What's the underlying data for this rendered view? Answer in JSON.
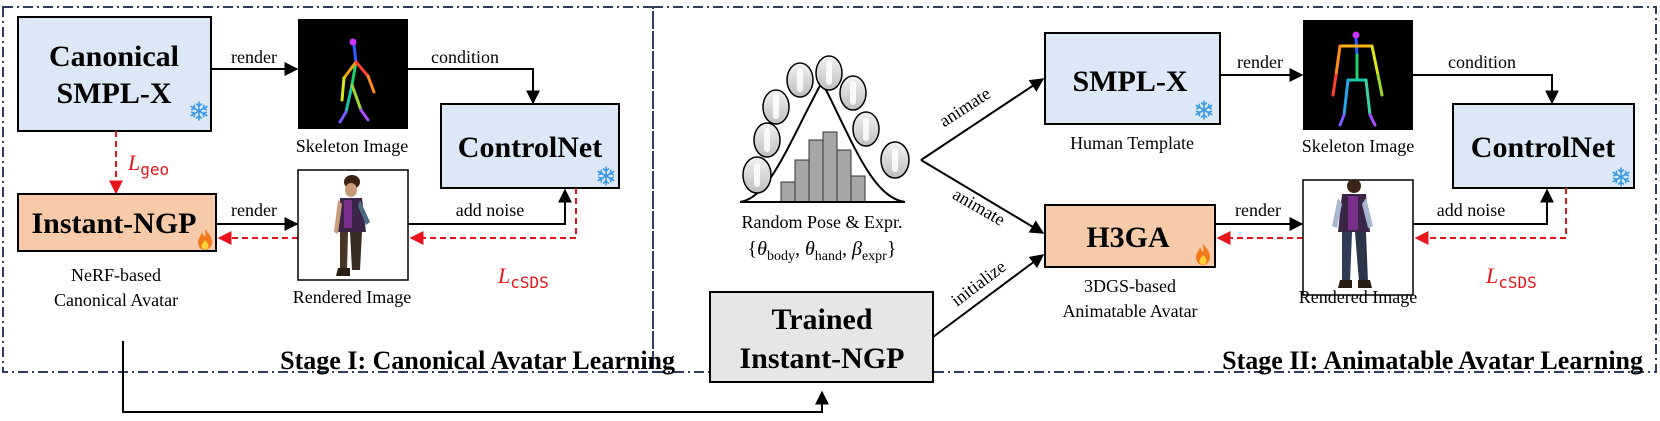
{
  "stage1": {
    "title": "Stage I: Canonical Avatar Learning",
    "canonical_smplx_line1": "Canonical",
    "canonical_smplx_line2": "SMPL-X",
    "instant_ngp": "Instant-NGP",
    "nerf_caption_line1": "NeRF-based",
    "nerf_caption_line2": "Canonical Avatar",
    "skeleton_caption": "Skeleton Image",
    "controlnet": "ControlNet",
    "rendered_caption": "Rendered Image",
    "edge_render_top": "render",
    "edge_condition": "condition",
    "edge_render_bottom": "render",
    "edge_add_noise": "add noise",
    "loss_geo_symbol": "L",
    "loss_geo_sub": "geo",
    "loss_csds_symbol": "L",
    "loss_csds_sub": "cSDS"
  },
  "middle": {
    "random_pose_caption": "Random Pose & Expr.",
    "theta_body": "θ",
    "sub_body": "body",
    "theta_hand": "θ",
    "sub_hand": "hand",
    "beta_expr": "β",
    "sub_expr": "expr",
    "brace_open": "{",
    "brace_close": "}",
    "comma": ", ",
    "trained_line1": "Trained",
    "trained_line2": "Instant-NGP",
    "edge_animate_top": "animate",
    "edge_animate_bottom": "animate",
    "edge_initialize": "initialize"
  },
  "stage2": {
    "title": "Stage II: Animatable Avatar Learning",
    "smplx": "SMPL-X",
    "human_template_caption": "Human Template",
    "h3ga": "H3GA",
    "h3ga_caption_line1": "3DGS-based",
    "h3ga_caption_line2": "Animatable Avatar",
    "skeleton_caption": "Skeleton Image",
    "controlnet": "ControlNet",
    "rendered_caption": "Rendered Image",
    "edge_render_top": "render",
    "edge_condition": "condition",
    "edge_render_bottom": "render",
    "edge_add_noise": "add noise",
    "loss_csds_symbol": "L",
    "loss_csds_sub": "cSDS"
  },
  "icons": {
    "frozen": "snowflake-icon",
    "trainable": "flame-icon"
  },
  "colors": {
    "frozen_box": "#dce8f5",
    "trainable_box": "#f7cba9",
    "trained_box": "#e6e6e6",
    "loss_red": "#e8141b",
    "border_dash": "#2e3e5c",
    "snowflake": "#3b9be6",
    "flame": "#f2781e"
  }
}
